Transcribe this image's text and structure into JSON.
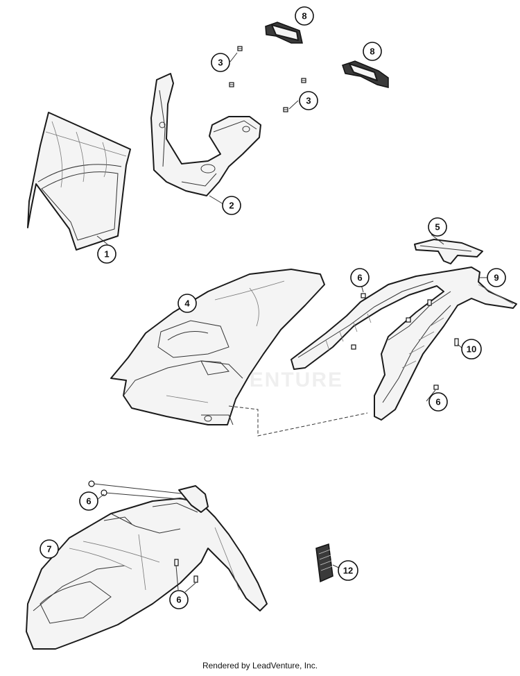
{
  "watermark": "LEADVENTURE",
  "footer": "Rendered by LeadVenture, Inc.",
  "callouts": {
    "c1": "1",
    "c2": "2",
    "c3a": "3",
    "c3b": "3",
    "c4": "4",
    "c5": "5",
    "c6a": "6",
    "c6b": "6",
    "c6c": "6",
    "c6d": "6",
    "c7": "7",
    "c8a": "8",
    "c8b": "8",
    "c9": "9",
    "c10": "10",
    "c12": "12"
  }
}
